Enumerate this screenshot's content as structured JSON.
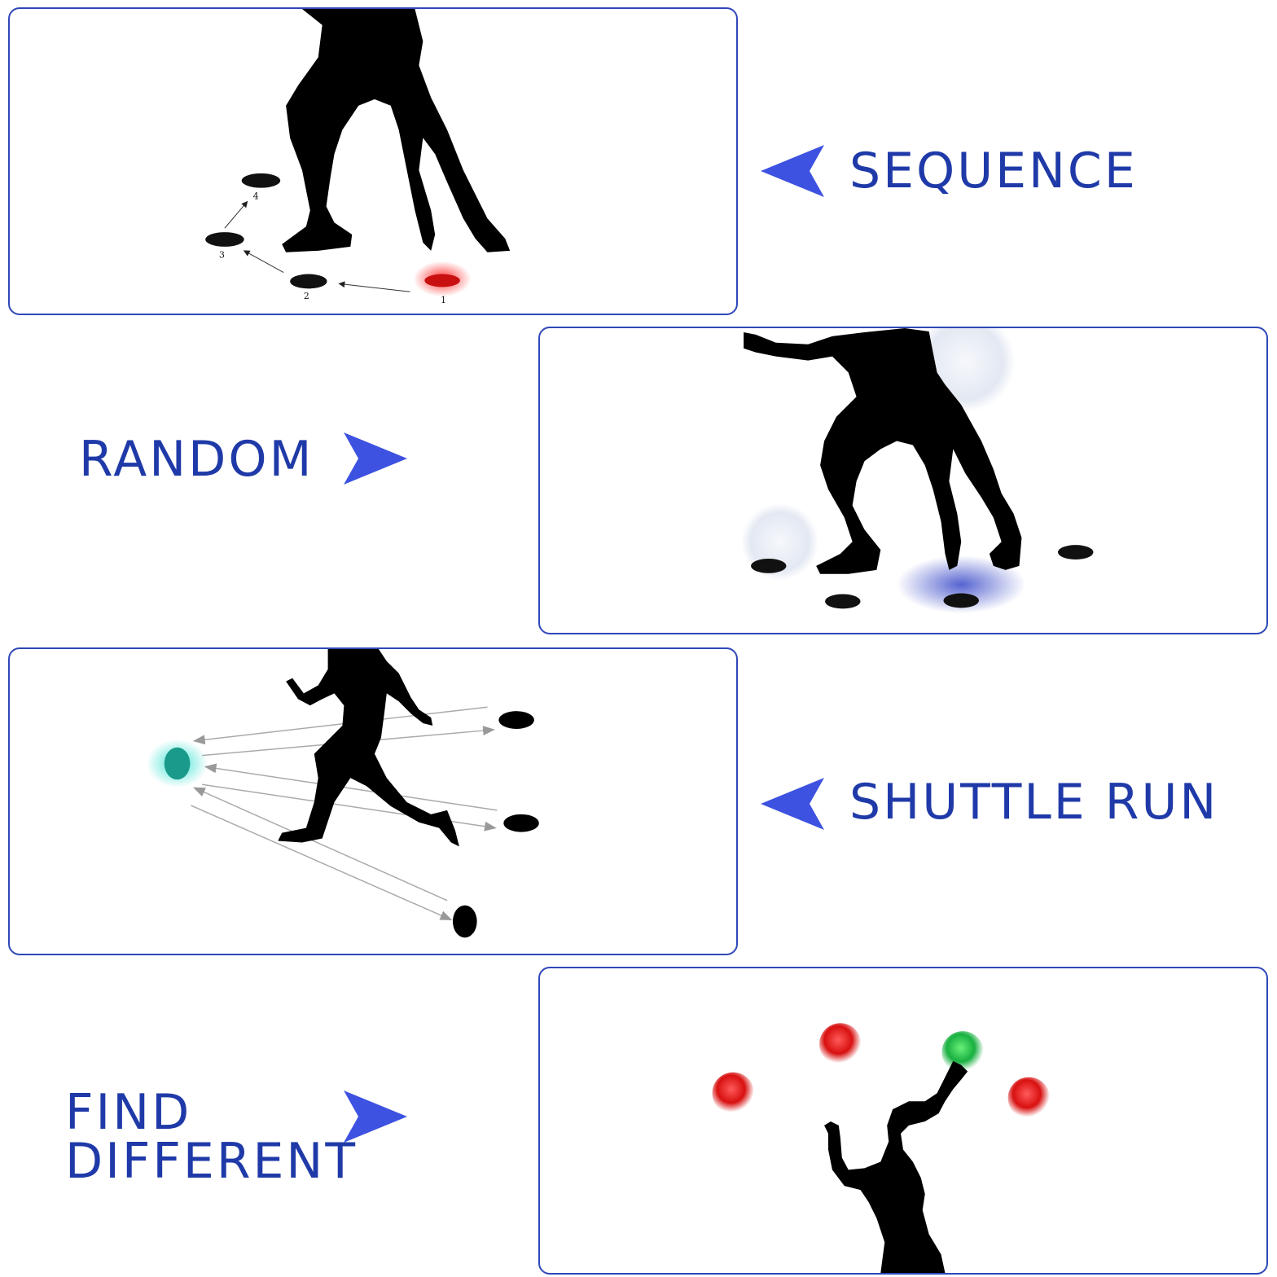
{
  "drills": [
    {
      "label": "SEQUENCE",
      "arrow": "left-arrow-icon",
      "image": "sequence-drill-illustration",
      "markers": [
        "1",
        "2",
        "3",
        "4"
      ]
    },
    {
      "label": "RANDOM",
      "arrow": "right-arrow-icon",
      "image": "random-drill-illustration"
    },
    {
      "label": "SHUTTLE RUN",
      "arrow": "left-arrow-icon",
      "image": "shuttle-run-drill-illustration"
    },
    {
      "label_line1": "FIND",
      "label_line2": "DIFFERENT",
      "arrow": "right-arrow-icon",
      "image": "find-different-drill-illustration"
    }
  ],
  "colors": {
    "border": "#2f47b8",
    "label": "#1f3aa8",
    "arrow": "#3d52e0",
    "silhouette": "#000000",
    "light_red": "#e01818",
    "light_green": "#1fb84a",
    "light_teal": "#1a9a8a",
    "light_blue": "#3848c8"
  }
}
